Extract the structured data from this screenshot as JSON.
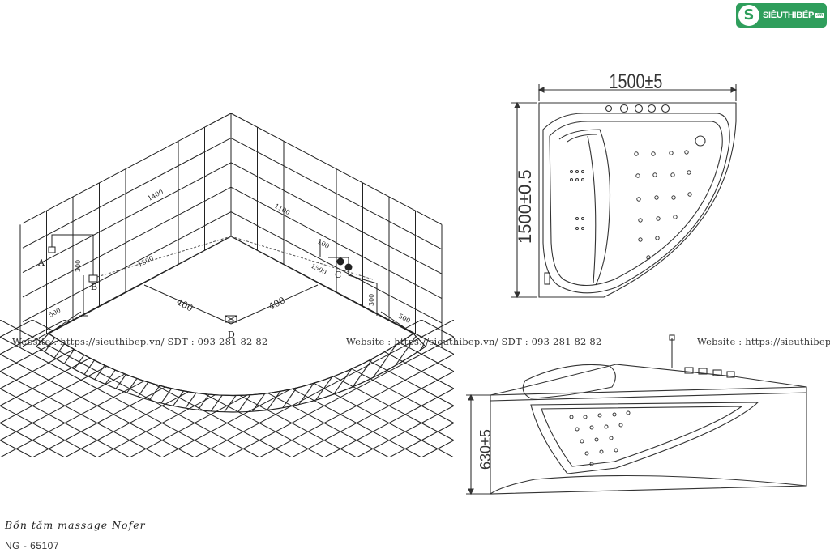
{
  "logo": {
    "text": "SIÊUTHIBẾP",
    "tld": ".vn",
    "mark": "S",
    "color": "#2f9e5c"
  },
  "watermark": {
    "left": "Website : https://sieuthibep.vn/     SDT : 093 281 82 82",
    "middle": "Website : https://sieuthibep.vn/ SDT : 093 281 82 82",
    "right": "Website : https://sieuthibep"
  },
  "plan_labels": {
    "A": "A",
    "B": "B",
    "C": "C",
    "D": "D",
    "wall_left_length": "1400",
    "wall_right_length": "1100",
    "floor_left": "1500",
    "floor_right": "1500",
    "drain_left": "400",
    "drain_right": "400",
    "height_b": "300",
    "height_right": "300",
    "offset_c": "100",
    "edge_left": "500",
    "edge_right": "500"
  },
  "top_view": {
    "width_label": "1500±5",
    "depth_label": "1500±0.5"
  },
  "side_view": {
    "height_label": "630±5"
  },
  "product": {
    "name": "Bồn tắm massage Nofer",
    "model": "NG - 65107"
  }
}
